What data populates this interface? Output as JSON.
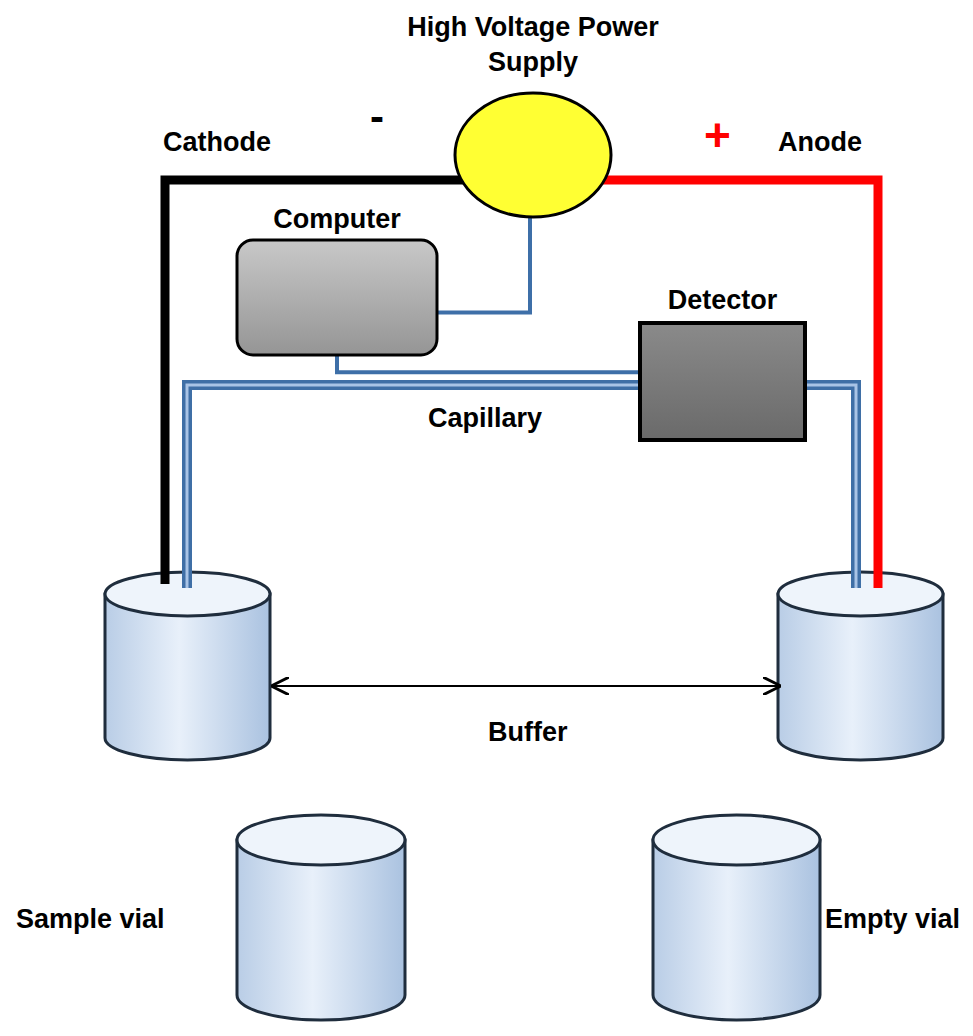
{
  "diagram": {
    "nodes": [
      {
        "text": [
          "High Voltage Power Supply"
        ]
      },
      {
        "text": [
          "Computer"
        ]
      },
      {
        "text": [
          "Detector"
        ]
      },
      {
        "text": [
          "Sample vial"
        ]
      },
      {
        "text": [
          "Empty vial"
        ]
      }
    ],
    "edges": [
      {
        "from": 0,
        "to": 1,
        "arrow": "none"
      },
      {
        "from": 1,
        "to": 2,
        "arrow": "none"
      }
    ],
    "labels": [
      "Cathode",
      "-",
      "+",
      "Anode",
      "Capillary",
      "Buffer"
    ]
  }
}
